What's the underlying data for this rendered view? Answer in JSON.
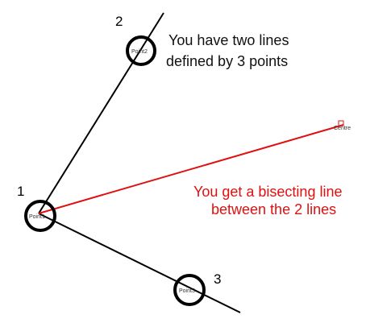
{
  "colors": {
    "line": "#000000",
    "bisector": "#e01010",
    "note_black": "#111111",
    "note_red": "#e01010"
  },
  "points": {
    "point1": {
      "number": "1",
      "label": "Point1"
    },
    "point2": {
      "number": "2",
      "label": "Point2"
    },
    "point3": {
      "number": "3",
      "label": "Point3"
    },
    "centre": {
      "label": "Centre"
    }
  },
  "notes": {
    "top": [
      "You have two lines",
      "defined by 3 points"
    ],
    "bottom": [
      "You get a bisecting line",
      "between the 2 lines"
    ]
  }
}
